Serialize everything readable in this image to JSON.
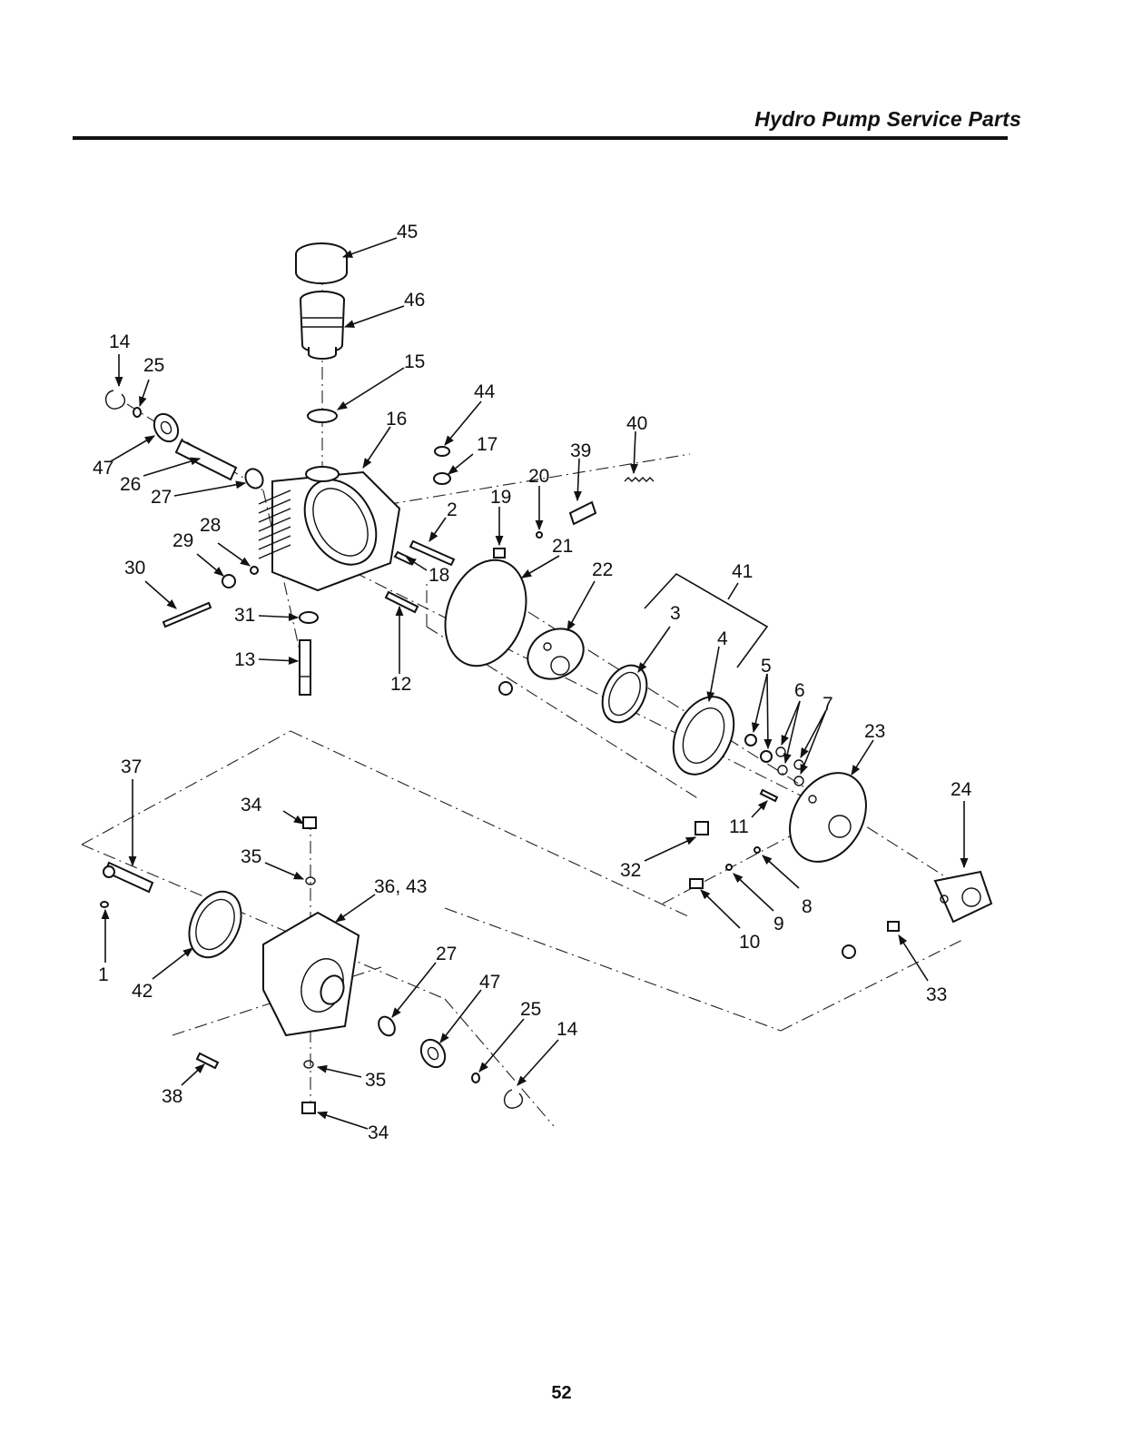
{
  "header": {
    "title": "Hydro Pump Service Parts"
  },
  "page_number": "52",
  "callouts": [
    "45",
    "46",
    "15",
    "44",
    "16",
    "17",
    "40",
    "39",
    "20",
    "19",
    "2",
    "21",
    "18",
    "14",
    "25",
    "47",
    "26",
    "27",
    "28",
    "29",
    "30",
    "31",
    "13",
    "12",
    "22",
    "41",
    "3",
    "4",
    "5",
    "6",
    "7",
    "23",
    "24",
    "11",
    "32",
    "8",
    "9",
    "10",
    "33",
    "37",
    "34",
    "35",
    "36, 43",
    "1",
    "42",
    "27",
    "47",
    "25",
    "14",
    "38",
    "35",
    "34"
  ]
}
